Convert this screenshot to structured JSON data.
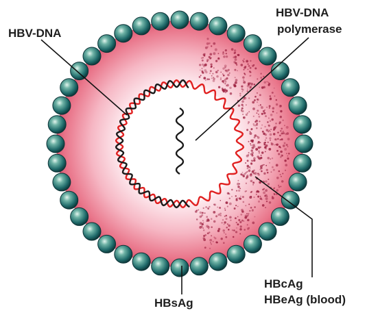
{
  "diagram": {
    "labels": {
      "hbv_dna": "HBV-DNA",
      "polymerase_line1": "HBV-DNA",
      "polymerase_line2": "polymerase",
      "hbsag": "HBsAg",
      "hbcag": "HBcAg",
      "hbeag": "HBeAg (blood)"
    },
    "colors": {
      "outer_shell": "#e9758a",
      "inner_shell_light": "#fbe1e7",
      "core_fill": "#ffffff",
      "dna_strand_red": "#e02020",
      "dna_strand_black": "#1a1a1a",
      "surface_bead": "#1f6a6a",
      "surface_bead_highlight": "#d8f0e8",
      "speckle": "#9c1f3f",
      "leader_line": "#111111"
    },
    "icons": {
      "surface_protein": "sphere-bead-icon",
      "genome": "wavy-dna-icon"
    }
  }
}
